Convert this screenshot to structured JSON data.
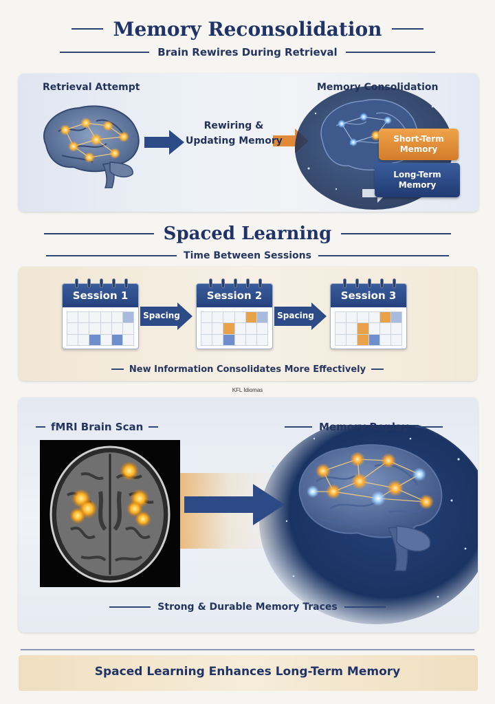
{
  "header": {
    "title": "Memory Reconsolidation",
    "subtitle": "Brain Rewires During Retrieval"
  },
  "section1": {
    "left_label": "Retrieval Attempt",
    "middle_label_line1": "Rewiring &",
    "middle_label_line2": "Updating Memory",
    "right_label": "Memory Consolidation",
    "short_term_line1": "Short-Term",
    "short_term_line2": "Memory",
    "long_term_line1": "Long-Term",
    "long_term_line2": "Memory"
  },
  "section2": {
    "title": "Spaced Learning",
    "subtitle": "Time Between Sessions",
    "sessions": [
      "Session 1",
      "Session 2",
      "Session 3"
    ],
    "spacing_label_1": "Spacing",
    "spacing_label_2": "Spacing",
    "caption": "New Information Consolidates More Effectively"
  },
  "watermark": "KFL Idiomas",
  "section3": {
    "left_label": "fMRI Brain Scan",
    "right_label": "Memory Replay",
    "caption": "Strong & Durable Memory Traces"
  },
  "footer": {
    "text": "Spaced Learning Enhances Long-Term Memory"
  },
  "colors": {
    "navy": "#1f3366",
    "accent_orange": "#e8a24a",
    "accent_blue": "#25437e"
  }
}
